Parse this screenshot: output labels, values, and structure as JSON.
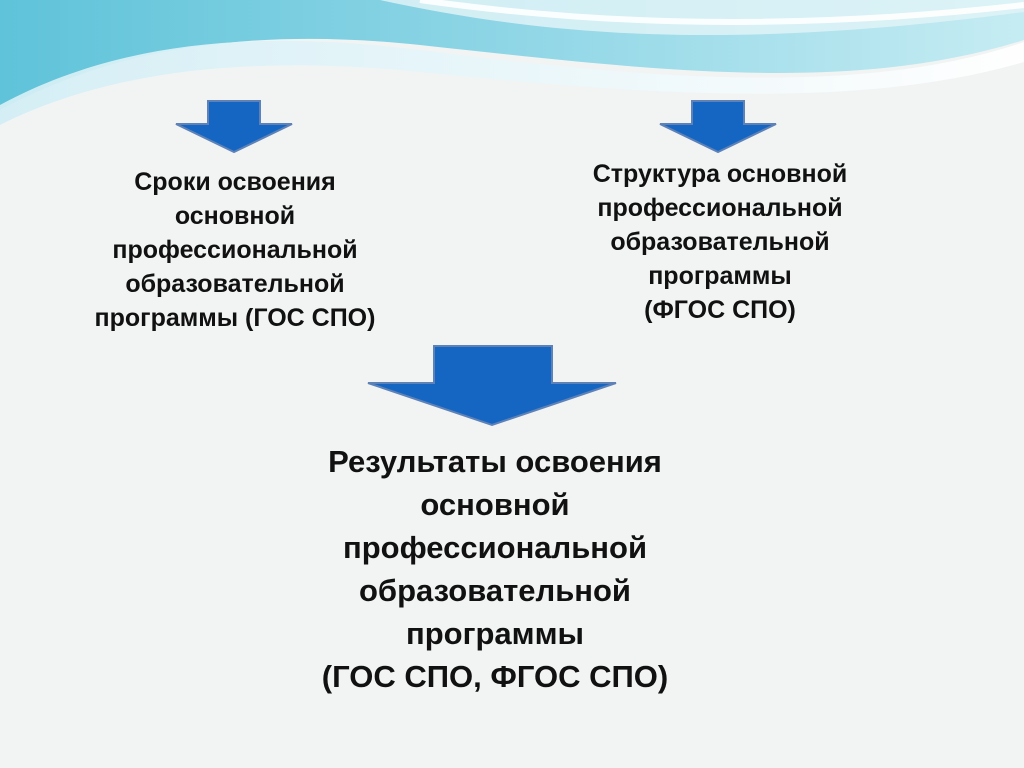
{
  "colors": {
    "arrow_fill": "#1466c2",
    "arrow_stroke": "#5e82b8",
    "wave_light": "#dff3f7",
    "wave_mid": "#9fdbe8",
    "wave_dark": "#5fc3d9",
    "background": "#f2f4f4"
  },
  "blocks": {
    "left": "Сроки освоения\nосновной\nпрофессиональной\nобразовательной\nпрограммы (ГОС СПО)",
    "right": "Структура основной\nпрофессиональной\nобразовательной\nпрограммы\n(ФГОС СПО)",
    "bottom": "Результаты освоения\nосновной\nпрофессиональной\nобразовательной\nпрограммы\n(ГОС СПО, ФГОС СПО)"
  },
  "icons": {
    "left_arrow": "down-arrow-icon",
    "right_arrow": "down-arrow-icon",
    "center_arrow": "down-arrow-icon"
  }
}
